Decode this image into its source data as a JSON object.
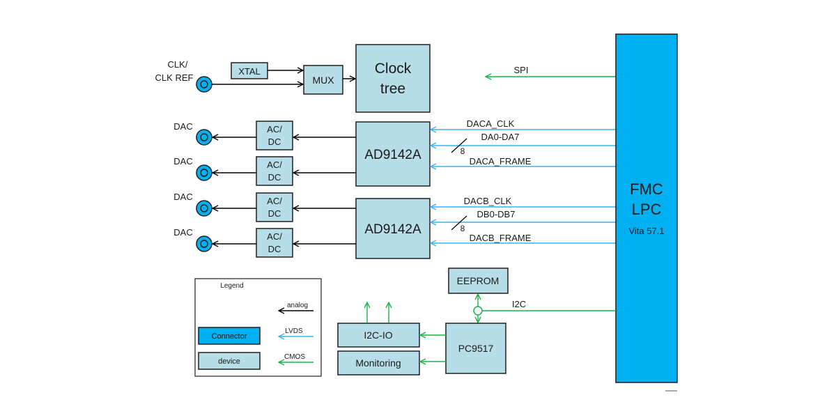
{
  "colors": {
    "connector": "#00b0f0",
    "device": "#b7dde8",
    "analog": "#000000",
    "lvds": "#3ab4ea",
    "cmos": "#19b54a"
  },
  "inputs": {
    "clk_line1": "CLK/",
    "clk_line2": "CLK REF"
  },
  "blocks": {
    "xtal": "XTAL",
    "mux": "MUX",
    "clock_line1": "Clock",
    "clock_line2": "tree",
    "dac_a": "AD9142A",
    "dac_b": "AD9142A",
    "acdc_line1": "AC/",
    "acdc_line2": "DC",
    "eeprom": "EEPROM",
    "i2c_io": "I2C-IO",
    "monitoring": "Monitoring",
    "pc9517": "PC9517",
    "fmc_line1": "FMC",
    "fmc_line2": "LPC",
    "fmc_line3": "Vita 57.1"
  },
  "outputs": {
    "dac": "DAC"
  },
  "signals": {
    "spi": "SPI",
    "daca_clk": "DACA_CLK",
    "da_bus": "DA0-DA7",
    "daca_frame": "DACA_FRAME",
    "dacb_clk": "DACB_CLK",
    "db_bus": "DB0-DB7",
    "dacb_frame": "DACB_FRAME",
    "bus_width": "8",
    "i2c": "I2C"
  },
  "legend": {
    "title": "Legend",
    "analog": "analog",
    "lvds": "LVDS",
    "cmos": "CMOS",
    "connector": "Connector",
    "device": "device"
  }
}
